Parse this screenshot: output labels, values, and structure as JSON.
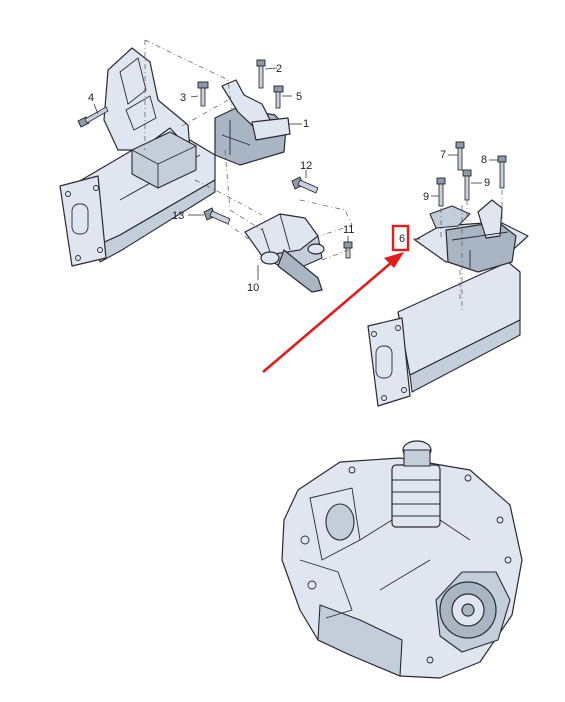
{
  "callouts": {
    "c1": "1",
    "c2": "2",
    "c3": "3",
    "c4": "4",
    "c5": "5",
    "c6": "6",
    "c7": "7",
    "c8": "8",
    "c9a": "9",
    "c9b": "9",
    "c10": "10",
    "c11": "11",
    "c12": "12",
    "c13": "13"
  },
  "highlight": {
    "target_callout": "6",
    "color": "#e31b1b"
  }
}
